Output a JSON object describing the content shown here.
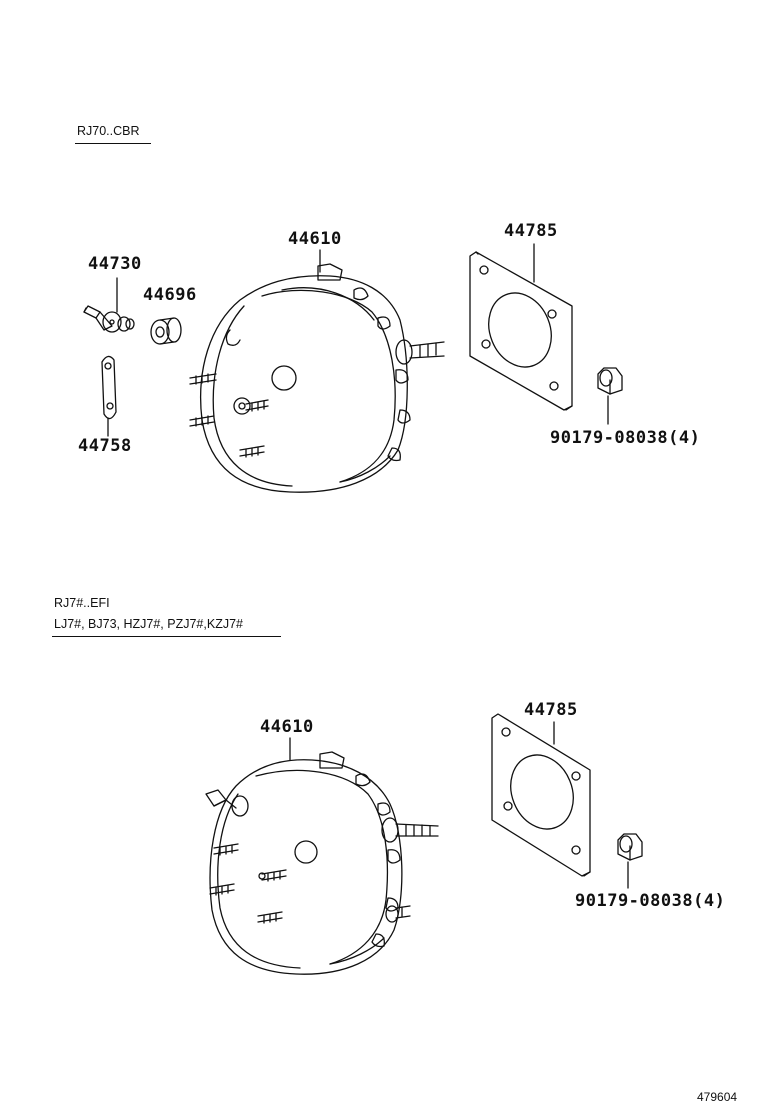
{
  "sections": [
    {
      "condition_lines": [
        "RJ70..CBR"
      ],
      "parts": [
        {
          "number": "44730"
        },
        {
          "number": "44696"
        },
        {
          "number": "44610"
        },
        {
          "number": "44785"
        },
        {
          "number": "44758"
        },
        {
          "number": "90179-08038",
          "qty": "(4)"
        }
      ]
    },
    {
      "condition_lines": [
        "RJ7#..EFI",
        "LJ7#, BJ73, HZJ7#, PZJ7#,KZJ7#"
      ],
      "parts": [
        {
          "number": "44610"
        },
        {
          "number": "44785"
        },
        {
          "number": "90179-08038",
          "qty": "(4)"
        }
      ]
    }
  ],
  "illustration_id": "479604"
}
